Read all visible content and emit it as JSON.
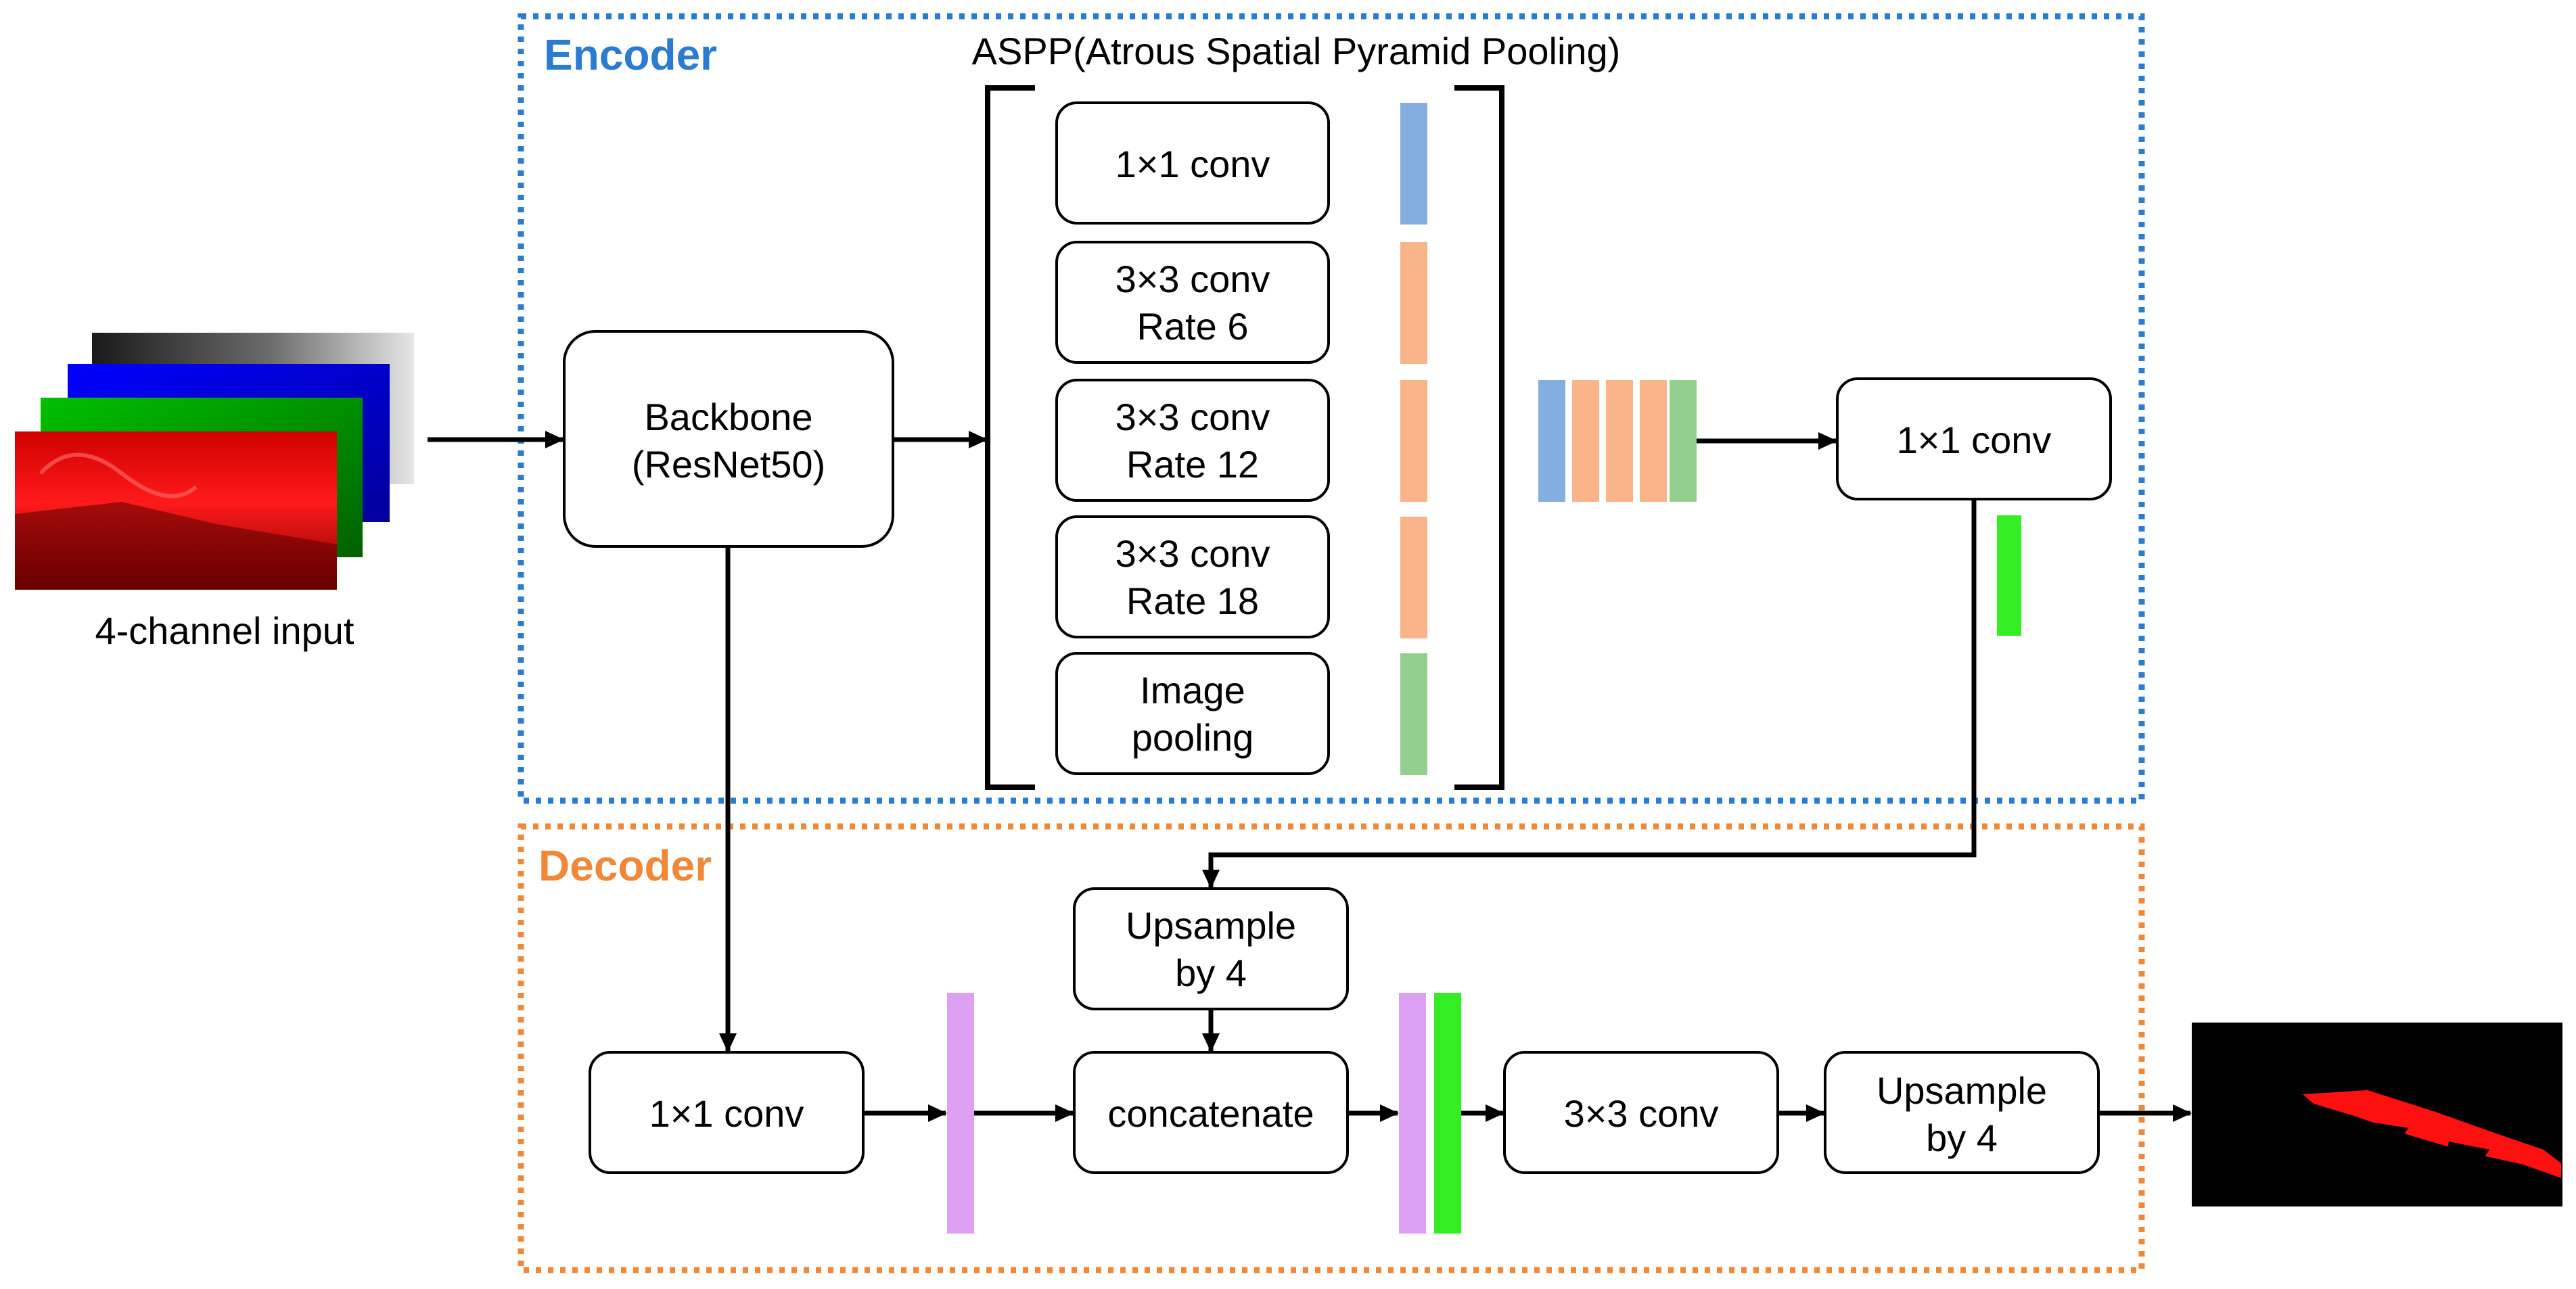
{
  "encoder": {
    "title": "Encoder",
    "color": "#2B7BD1"
  },
  "decoder": {
    "title": "Decoder",
    "color": "#F0883A"
  },
  "input": {
    "label": "4-channel input"
  },
  "backbone": {
    "line1": "Backbone",
    "line2": "(ResNet50)"
  },
  "aspp": {
    "title": "ASPP(Atrous Spatial Pyramid Pooling)",
    "branches": [
      {
        "line1": "1×1 conv",
        "line2": ""
      },
      {
        "line1": "3×3 conv",
        "line2": "Rate 6"
      },
      {
        "line1": "3×3 conv",
        "line2": "Rate 12"
      },
      {
        "line1": "3×3 conv",
        "line2": "Rate 18"
      },
      {
        "line1": "Image",
        "line2": "pooling"
      }
    ]
  },
  "encoder_out_conv": {
    "label": "1×1 conv"
  },
  "decoder_blocks": {
    "low_level_conv": "1×1 conv",
    "upsample_a": {
      "line1": "Upsample",
      "line2": "by 4"
    },
    "concatenate": "concatenate",
    "conv3": "3×3 conv",
    "upsample_b": {
      "line1": "Upsample",
      "line2": "by 4"
    }
  },
  "feature_colors": {
    "blue": "#84AEE0",
    "orange": "#F9B48A",
    "green_light": "#93D08E",
    "green_bright": "#33EE22",
    "violet": "#DDA0F2"
  }
}
